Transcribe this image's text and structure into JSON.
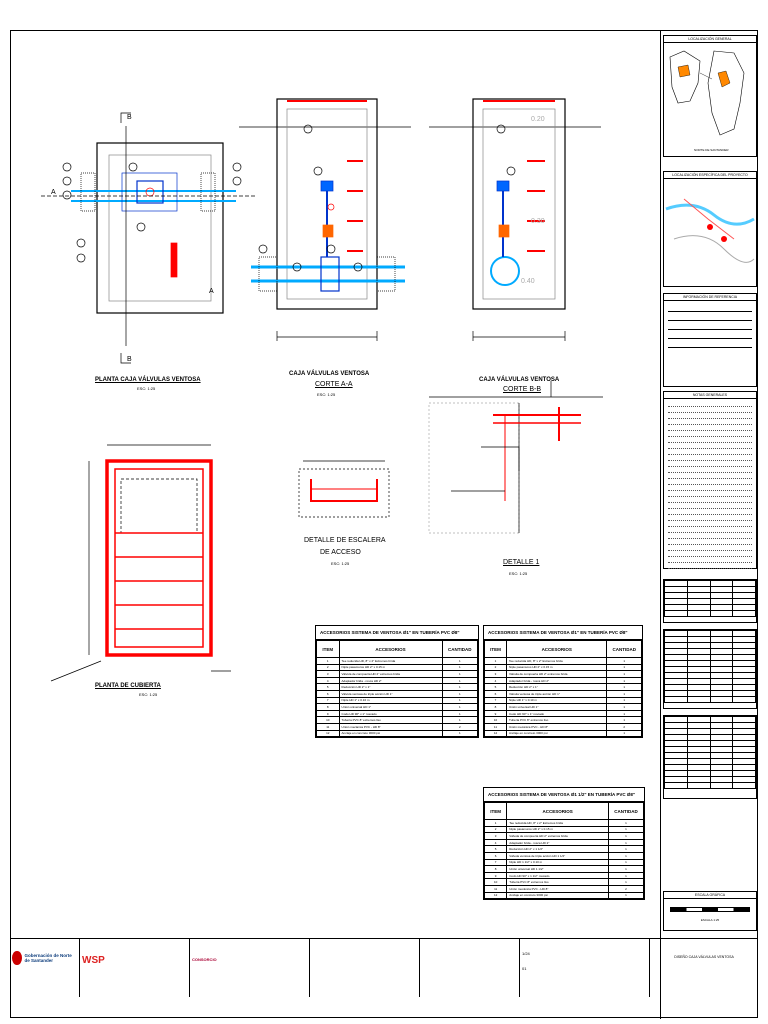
{
  "views": {
    "plan_title": "PLANTA CAJA VÁLVULAS VENTOSA",
    "section_aa_title": "CAJA VÁLVULAS VENTOSA",
    "section_aa_sub": "CORTE A-A",
    "section_bb_title": "CAJA VÁLVULAS VENTOSA",
    "section_bb_sub": "CORTE B-B",
    "cover_title": "PLANTA DE CUBIERTA",
    "ladder_title_1": "DETALLE DE ESCALERA",
    "ladder_title_2": "DE ACCESO",
    "detail_title": "DETALLE 1",
    "scale_label": "ESC: 1:25",
    "sec_labels": [
      "A",
      "A",
      "B",
      "B"
    ],
    "levels": [
      "0.40",
      "0.30",
      "0.20"
    ]
  },
  "tables": [
    {
      "header": "ACCESORIOS SISTEMA DE VENTOSA Ø1\" EN TUBERÍA PVC Ø8\"",
      "col_item": "ITEM",
      "col_acc": "ACCESORIOS",
      "col_qty": "CANTIDAD",
      "rows": [
        [
          "1",
          "Tee reducida HD, 8\" x 2\" Extremos brida",
          "1"
        ],
        [
          "2",
          "Niple pasamuros HD 2\" x 0.15 m",
          "1"
        ],
        [
          "3",
          "Válvula de compuerta HD 2\" extremos brida",
          "1"
        ],
        [
          "4",
          "Adaptador brida - rosca HD 2\"",
          "1"
        ],
        [
          "5",
          "Reducción HD 2\" x 1\"",
          "1"
        ],
        [
          "6",
          "Válvula ventosa de triple acción HD 1\"",
          "1"
        ],
        [
          "7",
          "Niple HD 1\" x 0.10 m",
          "1"
        ],
        [
          "8",
          "Unión universal HD 1\"",
          "1"
        ],
        [
          "9",
          "Codo HD 90° x 1\" roscado",
          "1"
        ],
        [
          "10",
          "Tubería PVC 8\" extremos liso",
          "1"
        ],
        [
          "11",
          "Unión mecánica PVC - HD 8\"",
          "2"
        ],
        [
          "12",
          "Anclaje en concreto 3000 psi",
          "1"
        ]
      ]
    },
    {
      "header": "ACCESORIOS SISTEMA DE VENTOSA Ø1\" EN TUBERÍA PVC Ø8\"",
      "col_item": "ITEM",
      "col_acc": "ACCESORIOS",
      "col_qty": "CANTIDAD",
      "rows": [
        [
          "1",
          "Tee reducida HD, 8\" x 2\" Extremos brida",
          "1"
        ],
        [
          "2",
          "Niple pasamuros HD 2\" x 0.15 m",
          "1"
        ],
        [
          "3",
          "Válvula de compuerta HD 2\" extremos brida",
          "1"
        ],
        [
          "4",
          "Adaptador brida - rosca HD 2\"",
          "1"
        ],
        [
          "5",
          "Reducción HD 2\" x 1\"",
          "1"
        ],
        [
          "6",
          "Válvula ventosa de triple acción HD 1\"",
          "1"
        ],
        [
          "7",
          "Niple HD 1\" x 0.10 m",
          "1"
        ],
        [
          "8",
          "Unión universal HD 1\"",
          "1"
        ],
        [
          "9",
          "Codo HD 90° x 1\" roscado",
          "1"
        ],
        [
          "10",
          "Tubería PVC 8\" extremos liso",
          "1"
        ],
        [
          "11",
          "Unión mecánica PVC - HD 8\"",
          "2"
        ],
        [
          "12",
          "Anclaje en concreto 3000 psi",
          "1"
        ]
      ]
    },
    {
      "header": "ACCESORIOS SISTEMA DE VENTOSA Ø1 1/2\" EN TUBERÍA PVC Ø8\"",
      "col_item": "ITEM",
      "col_acc": "ACCESORIOS",
      "col_qty": "CANTIDAD",
      "rows": [
        [
          "1",
          "Tee reducida HD, 8\" x 2\" Extremos brida",
          "1"
        ],
        [
          "2",
          "Niple pasamuros HD 2\" x 0.15 m",
          "1"
        ],
        [
          "3",
          "Válvula de compuerta HD 2\" extremos brida",
          "1"
        ],
        [
          "4",
          "Adaptador brida - rosca HD 2\"",
          "1"
        ],
        [
          "5",
          "Reducción HD 2\" x 1 1/2\"",
          "1"
        ],
        [
          "6",
          "Válvula ventosa de triple acción HD 1 1/2\"",
          "1"
        ],
        [
          "7",
          "Niple HD 1 1/2\" x 0.10 m",
          "1"
        ],
        [
          "8",
          "Unión universal HD 1 1/2\"",
          "1"
        ],
        [
          "9",
          "Codo HD 90° x 1 1/2\" roscado",
          "1"
        ],
        [
          "10",
          "Tubería PVC 8\" extremos liso",
          "1"
        ],
        [
          "11",
          "Unión mecánica PVC - HD 8\"",
          "2"
        ],
        [
          "12",
          "Anclaje en concreto 3000 psi",
          "1"
        ]
      ]
    }
  ],
  "side": {
    "loc_general": "LOCALIZACIÓN GENERAL",
    "loc_region": "NORTE DE SANTANDER",
    "loc_project": "LOCALIZACIÓN ESPECÍFICA DEL PROYECTO",
    "info_ref": "INFORMACIÓN DE REFERENCIA",
    "notes_title": "NOTAS GENERALES",
    "scale_graphic": "ESCALA GRÁFICA",
    "scale_text": "ESCALA 1:25"
  },
  "titleblock": {
    "client": "Gobernación de Norte de Santander",
    "consultant": "WSP",
    "constructor": "CONSORCIO",
    "doc_title": "DISEÑO CAJA VÁLVULAS VENTOSA",
    "drawing_no": "01",
    "sheet": "1/24"
  }
}
